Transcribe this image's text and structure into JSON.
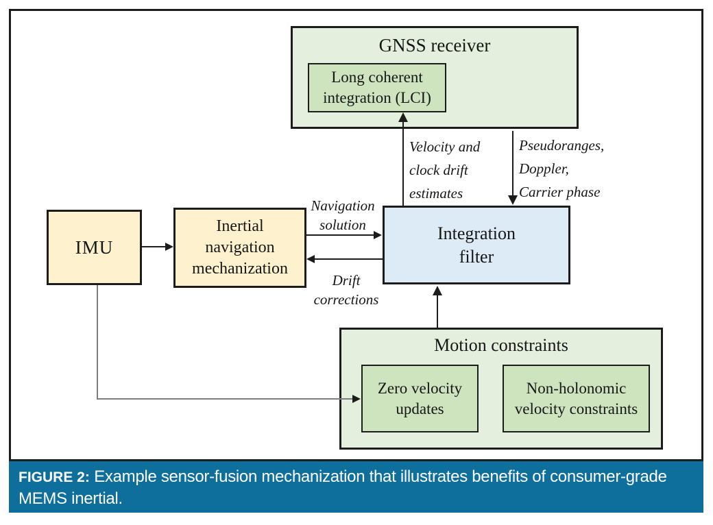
{
  "boxes": {
    "gnss": {
      "title": "GNSS receiver"
    },
    "lci": {
      "label": "Long coherent\nintegration (LCI)"
    },
    "imu": {
      "label": "IMU"
    },
    "inm": {
      "label": "Inertial\nnavigation\nmechanization"
    },
    "integration_filter": {
      "label": "Integration\nfilter"
    },
    "motion": {
      "title": "Motion constraints"
    },
    "zvu": {
      "label": "Zero velocity\nupdates"
    },
    "nhv": {
      "label": "Non-holonomic\nvelocity constraints"
    }
  },
  "arrow_labels": {
    "velocity": "Velocity and\nclock drift\nestimates",
    "pseudoranges": "Pseudoranges,\nDoppler,\nCarrier phase",
    "navigation": "Navigation\nsolution",
    "drift": "Drift\ncorrections"
  },
  "caption": {
    "label": "FIGURE 2:",
    "text": "Example sensor-fusion mechanization that illustrates benefits of consumer-grade\nMEMS inertial."
  },
  "colors": {
    "green_light": "#e4f0dd",
    "green_mid": "#cde4bf",
    "yellow": "#fdf2cd",
    "blue": "#dcebf6",
    "caption_bg": "#0e6f9c",
    "caption_fg": "#ffffff",
    "border": "#1c1c1c",
    "gray_line": "#7d7d7d"
  }
}
